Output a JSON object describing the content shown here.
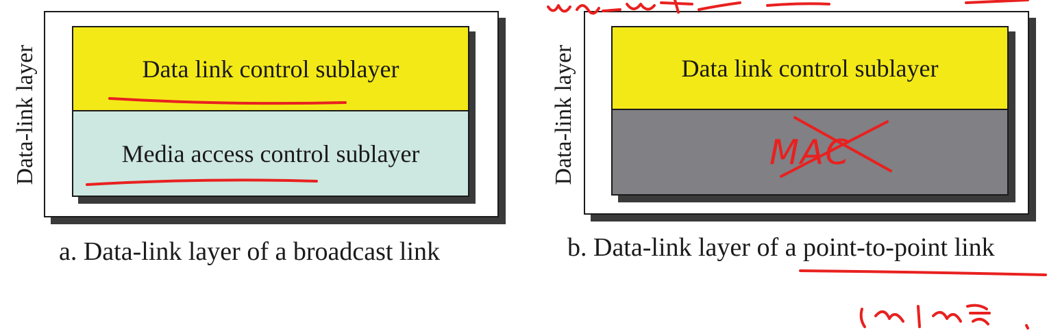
{
  "panel_a": {
    "side_label": "Data-link layer",
    "top_band": "Data link control sublayer",
    "bottom_band": "Media access control sublayer",
    "caption": "a. Data-link layer of a broadcast link"
  },
  "panel_b": {
    "side_label": "Data-link layer",
    "top_band": "Data link control sublayer",
    "bottom_band": "MAC",
    "caption": "b. Data-link layer of a point-to-point link"
  },
  "colors": {
    "yellow": "#f3e917",
    "cyan": "#cde7e1",
    "gray": "#808085",
    "ink": "#e8211f"
  }
}
